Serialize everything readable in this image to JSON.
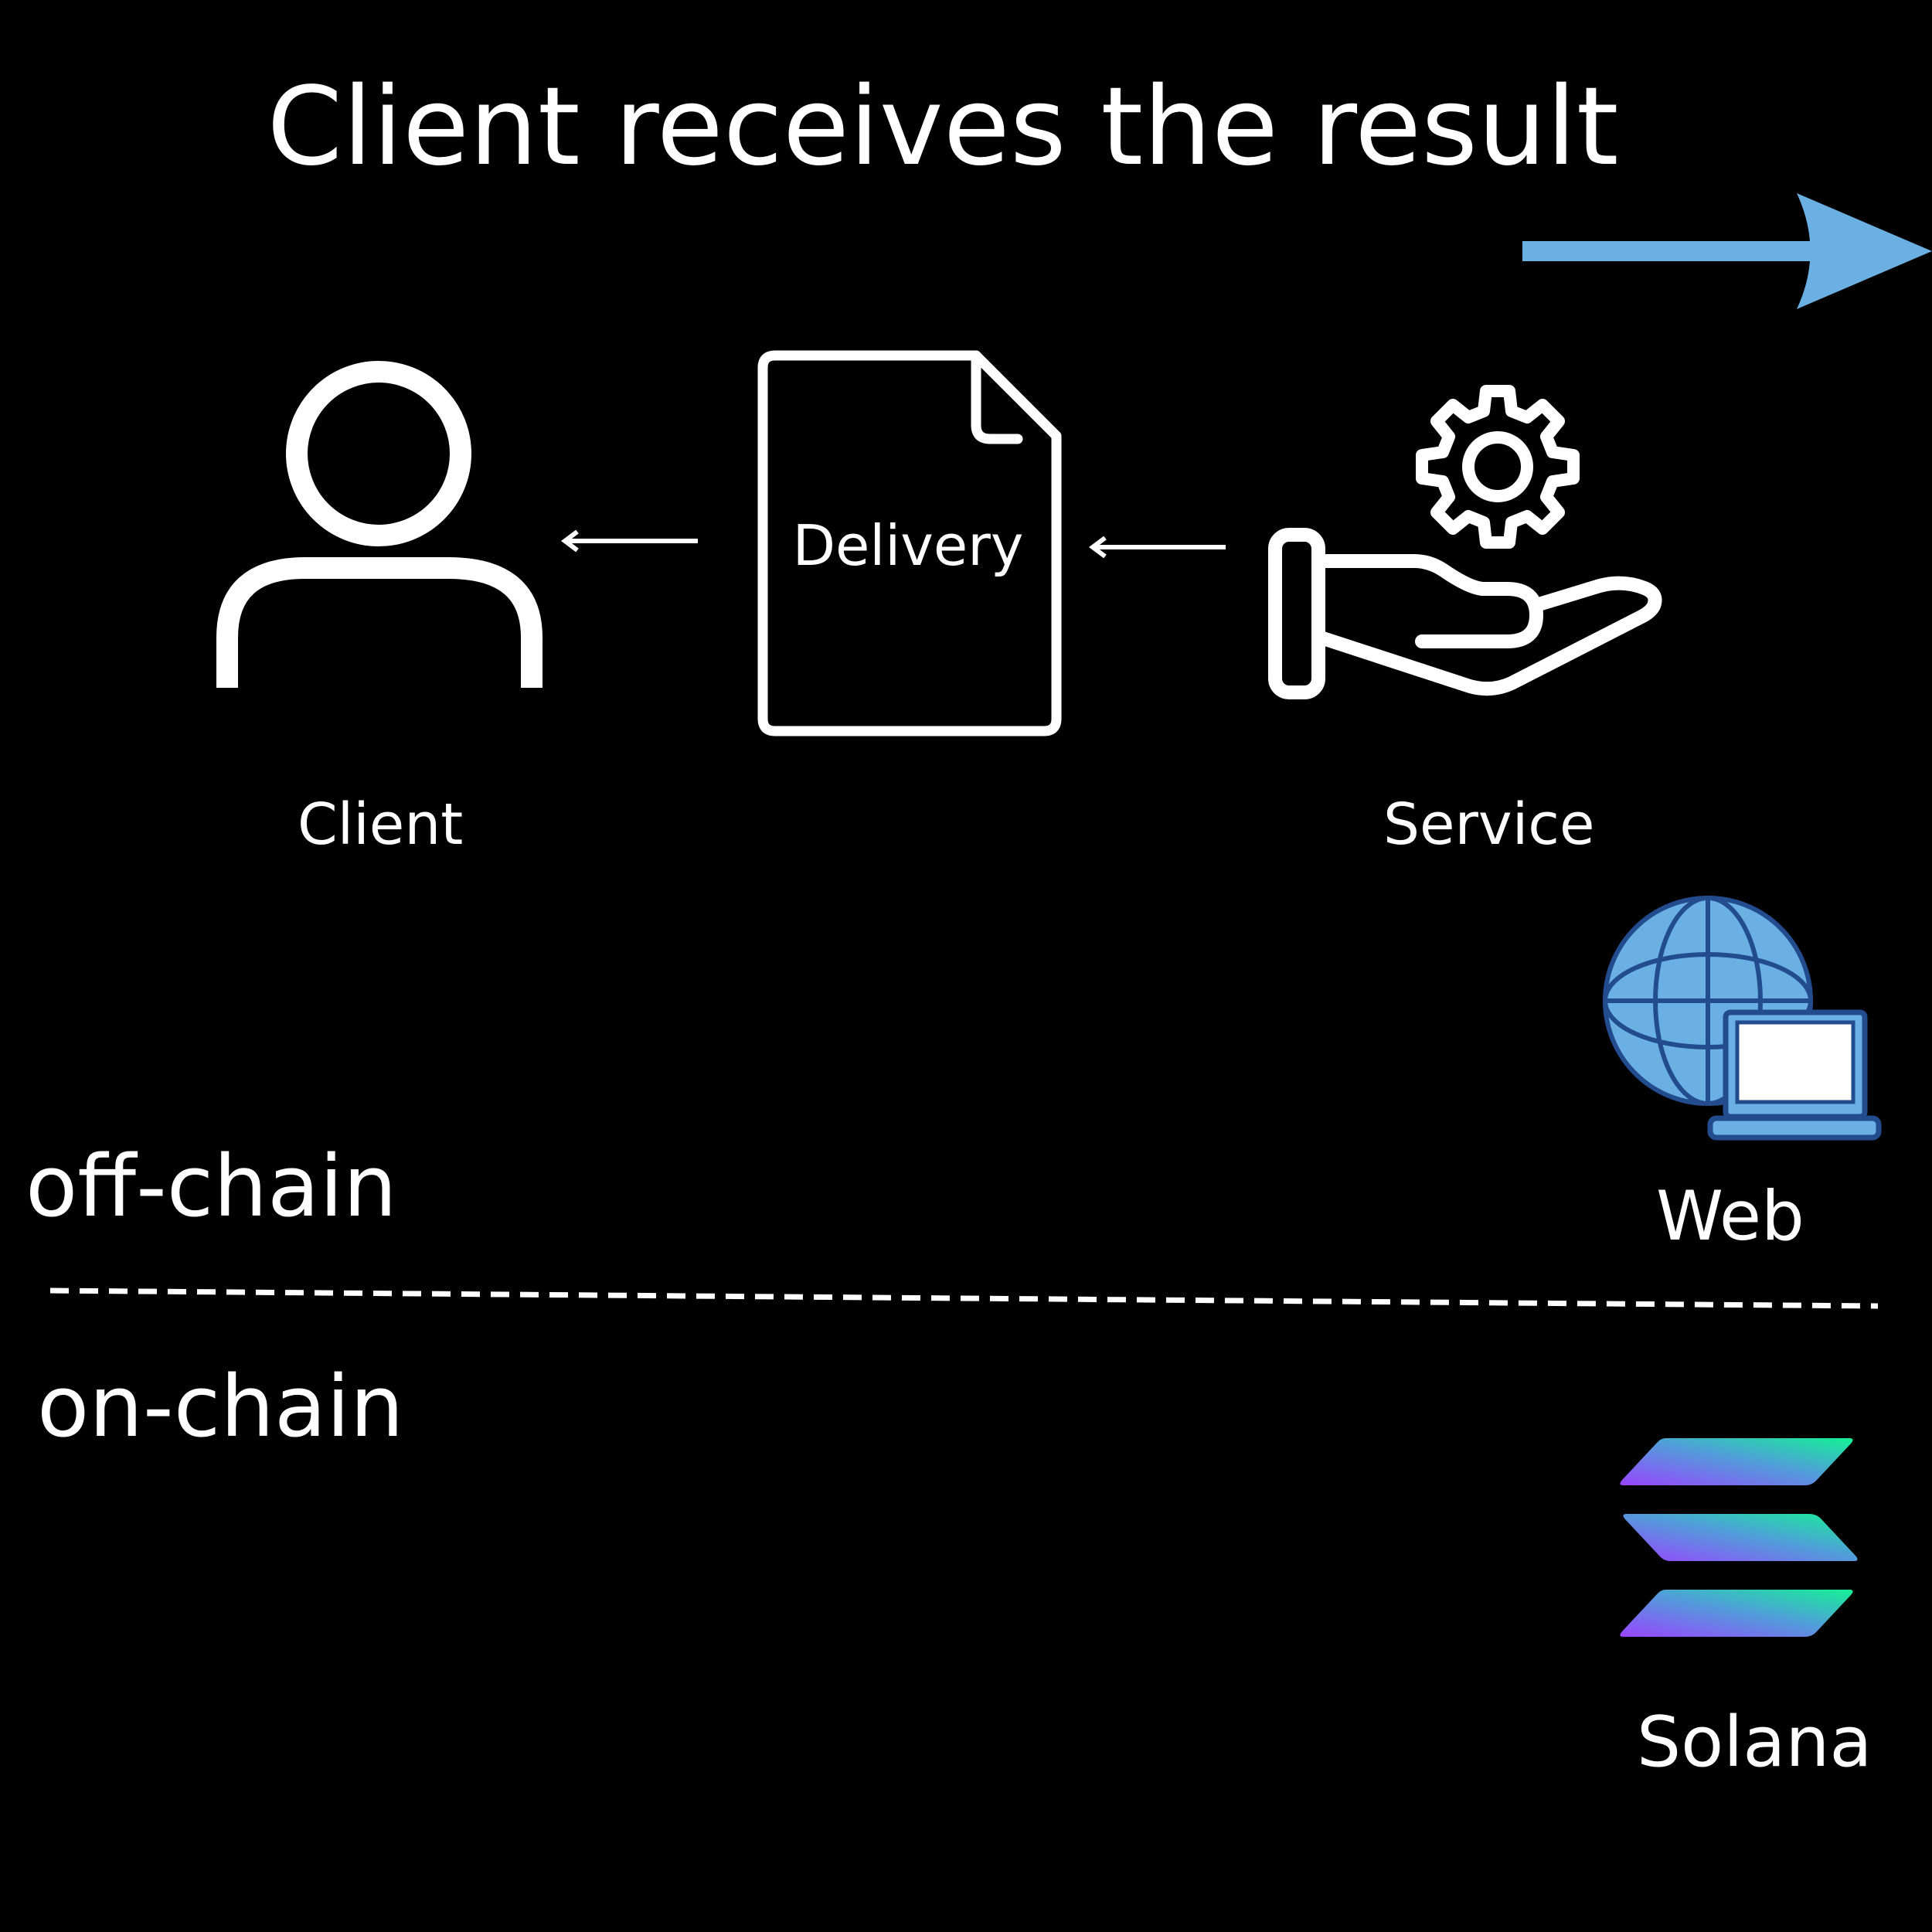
{
  "title": "Client receives the result",
  "nodes": {
    "client": {
      "label": "Client",
      "icon": "user-icon"
    },
    "delivery": {
      "label": "Delivery",
      "icon": "document-icon"
    },
    "service": {
      "label": "Service",
      "icon": "hand-gear-icon"
    }
  },
  "layers": {
    "off_chain": {
      "label": "off-chain"
    },
    "on_chain": {
      "label": "on-chain"
    }
  },
  "platforms": {
    "web": {
      "label": "Web",
      "icon": "globe-laptop-icon"
    },
    "solana": {
      "label": "Solana",
      "icon": "solana-logo-icon"
    }
  },
  "edges": [
    {
      "from": "service",
      "to": "delivery"
    },
    {
      "from": "delivery",
      "to": "client"
    }
  ],
  "colors": {
    "background": "#000000",
    "foreground": "#ffffff",
    "next_arrow": "#6ab0e3",
    "globe_fill": "#6ab0e3",
    "globe_stroke": "#234c8f",
    "solana_green": "#14f195",
    "solana_purple": "#9945ff"
  }
}
